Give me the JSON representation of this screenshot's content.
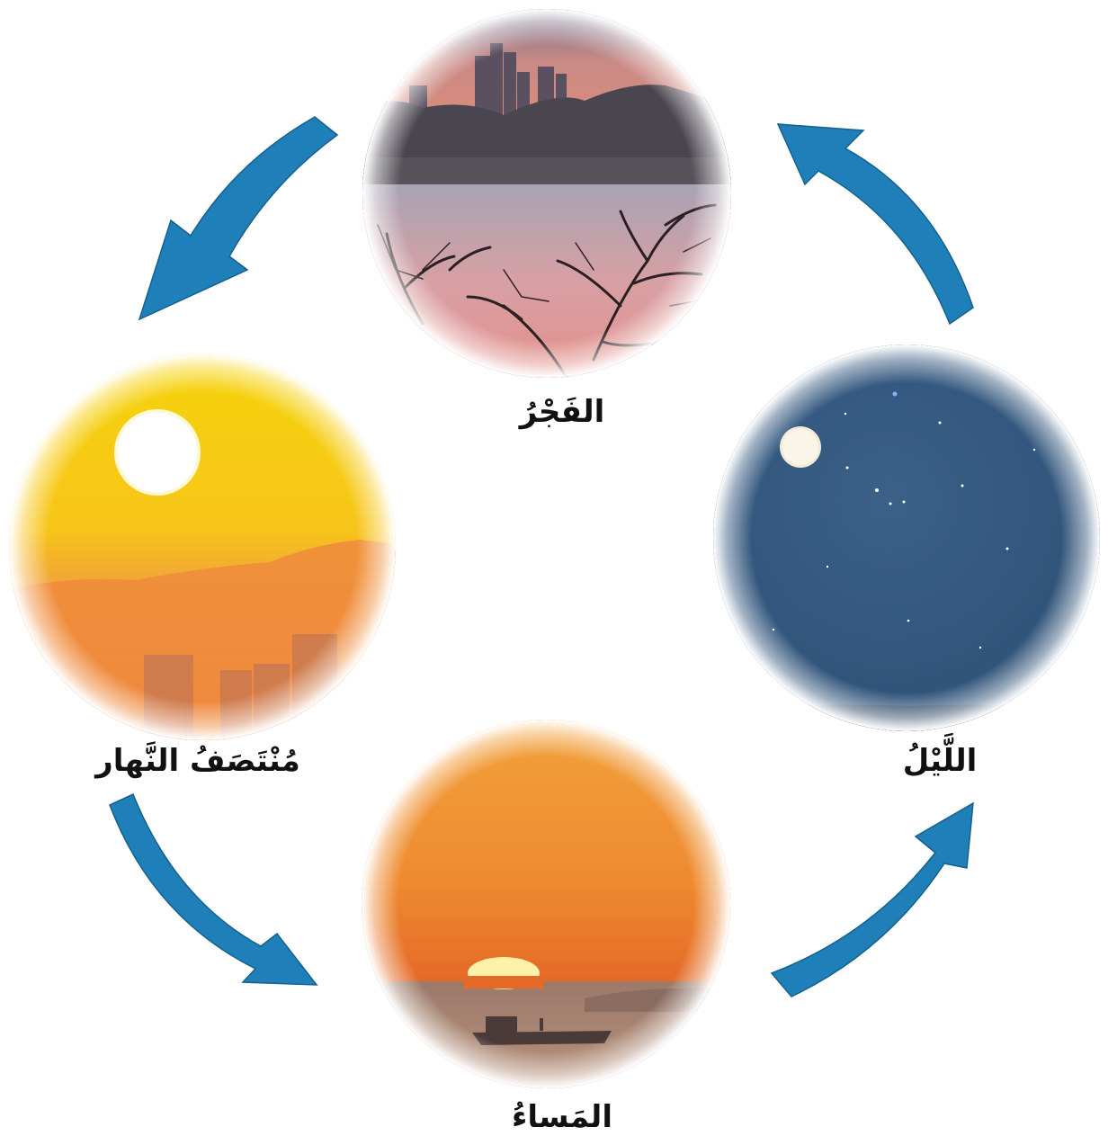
{
  "phases": {
    "dawn": {
      "label": "الفَجْرُ",
      "image": "city skyline at dawn over water with bare branches"
    },
    "noon": {
      "label": "مُنْتَصَفُ النَّهار",
      "image": "bright sun over orange hazy city"
    },
    "evening": {
      "label": "المَساءُ",
      "image": "orange sunset over water with ship"
    },
    "night": {
      "label": "اللَّيْلُ",
      "image": "starry night sky with moon"
    }
  },
  "colors": {
    "arrow": "#1f7fb8",
    "arrow_edge": "#15608c",
    "label_text": "#111111",
    "background": "#ffffff"
  },
  "icons": {
    "cycle_arrow": "curved-arrow-icon"
  }
}
